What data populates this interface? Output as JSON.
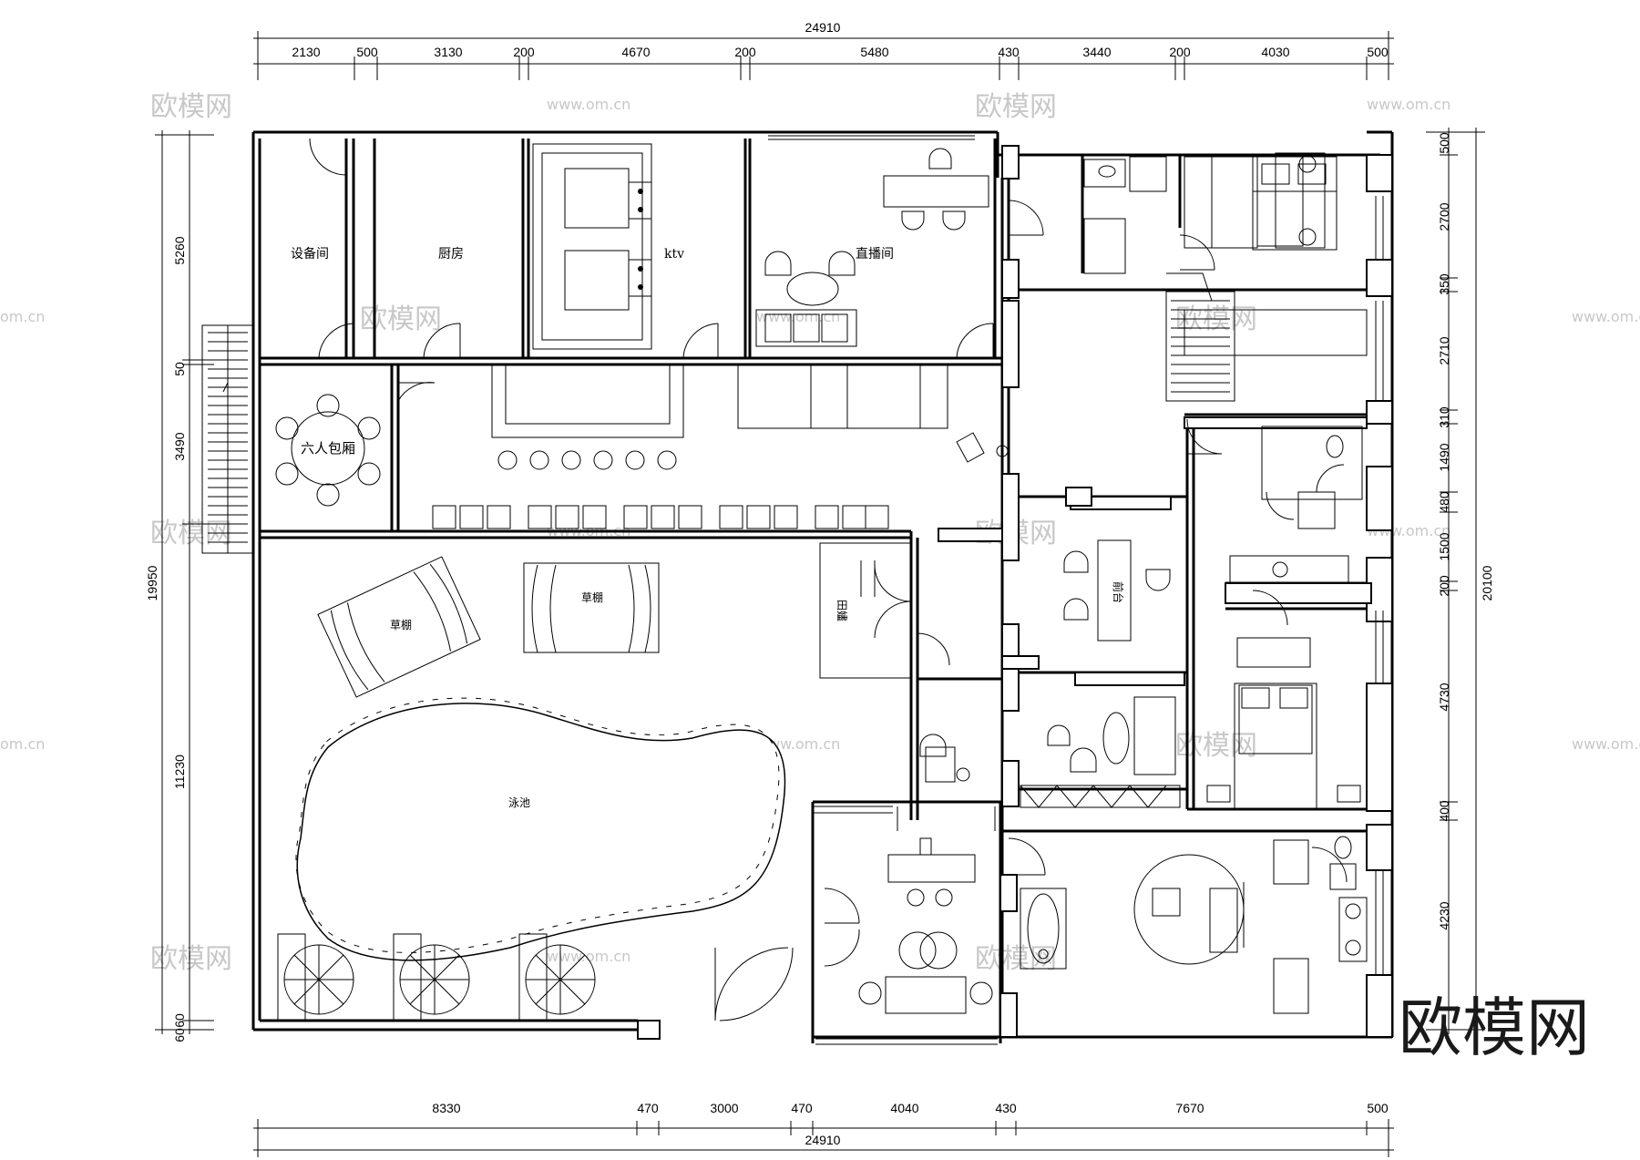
{
  "top_dims": {
    "overall": "24910",
    "segments": [
      "2130",
      "500",
      "3130",
      "200",
      "4670",
      "200",
      "5480",
      "430",
      "3440",
      "200",
      "4030",
      "500"
    ]
  },
  "bottom_dims": {
    "overall": "24910",
    "segments": [
      "8330",
      "470",
      "3000",
      "470",
      "4040",
      "430",
      "7670",
      "500"
    ]
  },
  "left_dims": {
    "overall": "19950",
    "segments": [
      "5260",
      "50",
      "3490",
      "11230",
      "60",
      "60"
    ]
  },
  "right_dims": {
    "overall": "20100",
    "segments": [
      "500",
      "2700",
      "350",
      "2710",
      "310",
      "1490",
      "480",
      "1500",
      "200",
      "4730",
      "400",
      "4230"
    ]
  },
  "rooms": {
    "equipment": "设备间",
    "kitchen": "厨房",
    "ktv": "ktv",
    "livestream": "直播间",
    "six_room": "六人包厢",
    "canopy_left": "草棚",
    "canopy_right": "草棚",
    "pool": "泳池",
    "front_desk": "前台",
    "storage": "田嫿"
  },
  "watermarks": {
    "brand_cn": "欧模网",
    "url": "www.om.cn",
    "url_short": "om.cn"
  },
  "brand_logo": "欧模网"
}
